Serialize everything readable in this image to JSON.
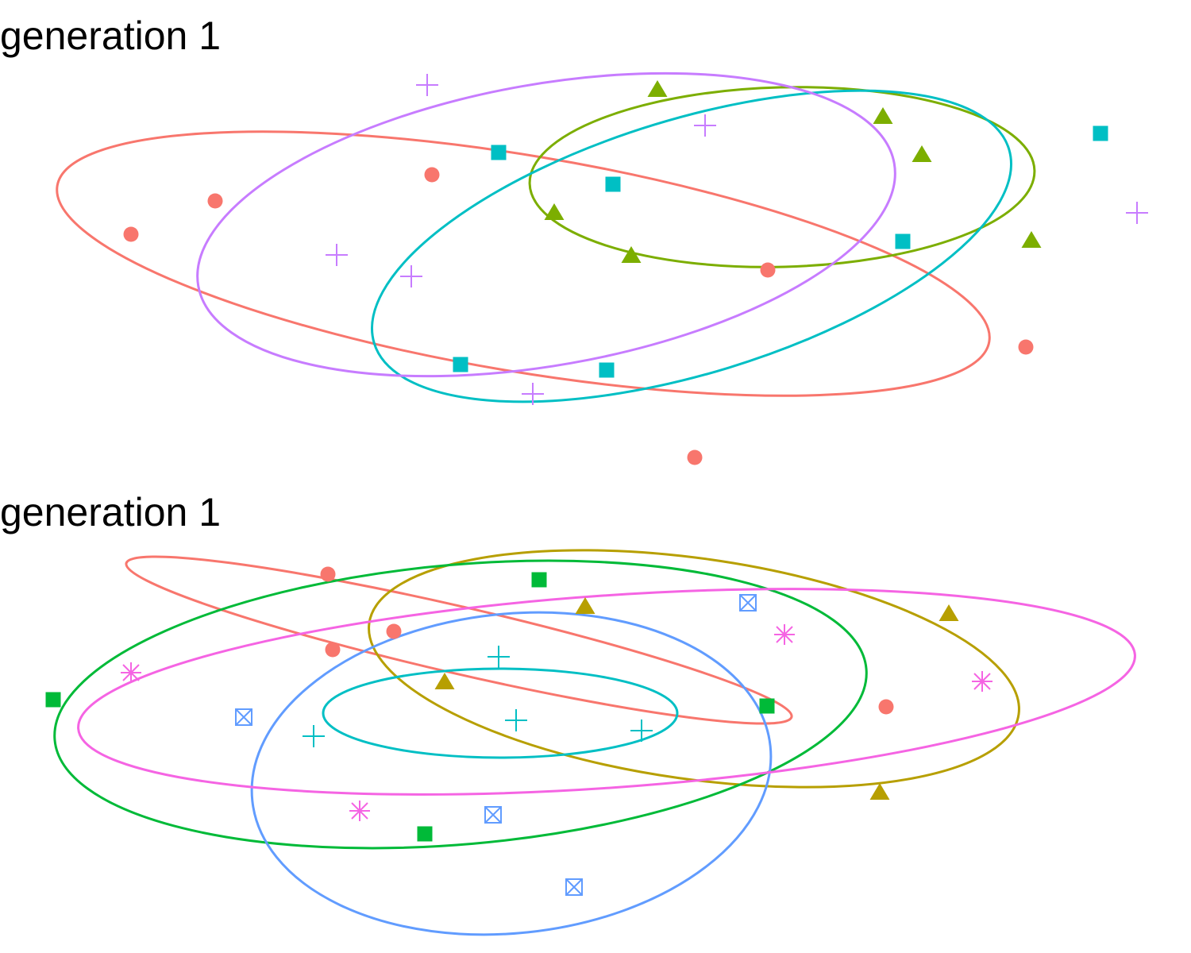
{
  "chart_data": [
    {
      "type": "scatter",
      "title": "generation 1",
      "xlabel": "",
      "ylabel": "",
      "axes_visible": false,
      "grid": false,
      "legend": false,
      "xlim": [
        0,
        1500
      ],
      "ylim": [
        0,
        600
      ],
      "series": [
        {
          "color": "#F8766D",
          "marker": "circle",
          "points": [
            [
              165,
              295
            ],
            [
              271,
              253
            ],
            [
              544,
              220
            ],
            [
              967,
              340
            ],
            [
              1292,
              437
            ],
            [
              875,
              576
            ]
          ],
          "ellipse": {
            "cx": 659,
            "cy": 332,
            "rx": 595,
            "ry": 136,
            "angle": 9.5
          }
        },
        {
          "color": "#7CAE00",
          "marker": "triangle",
          "points": [
            [
              828,
              112
            ],
            [
              1112,
              146
            ],
            [
              1161,
              194
            ],
            [
              698,
              267
            ],
            [
              795,
              321
            ],
            [
              1299,
              302
            ]
          ],
          "ellipse": {
            "cx": 985,
            "cy": 223,
            "rx": 318,
            "ry": 113,
            "angle": -1.5
          }
        },
        {
          "color": "#00BFC4",
          "marker": "square",
          "points": [
            [
              628,
              192
            ],
            [
              772,
              232
            ],
            [
              1386,
              168
            ],
            [
              1137,
              304
            ],
            [
              580,
              459
            ],
            [
              764,
              466
            ]
          ],
          "ellipse": {
            "cx": 871,
            "cy": 310,
            "rx": 418,
            "ry": 160,
            "angle": -17
          }
        },
        {
          "color": "#C77CFF",
          "marker": "plus",
          "points": [
            [
              538,
              107
            ],
            [
              888,
              158
            ],
            [
              1432,
              268
            ],
            [
              424,
              321
            ],
            [
              518,
              348
            ],
            [
              671,
              496
            ]
          ],
          "ellipse": {
            "cx": 688,
            "cy": 283,
            "rx": 445,
            "ry": 177,
            "angle": -10
          }
        }
      ]
    },
    {
      "type": "scatter",
      "title": "generation 1",
      "xlabel": "",
      "ylabel": "",
      "axes_visible": false,
      "grid": false,
      "legend": false,
      "xlim": [
        0,
        1500
      ],
      "ylim": [
        0,
        600
      ],
      "series": [
        {
          "color": "#F8766D",
          "marker": "circle",
          "points": [
            [
              413,
              123
            ],
            [
              496,
              195
            ],
            [
              419,
              218
            ],
            [
              1116,
              290
            ]
          ],
          "ellipse": {
            "cx": 578,
            "cy": 206,
            "rx": 430,
            "ry": 42,
            "angle": 13
          }
        },
        {
          "color": "#B79F00",
          "marker": "triangle",
          "points": [
            [
              737,
              163
            ],
            [
              1195,
              172
            ],
            [
              560,
              258
            ],
            [
              1108,
              397
            ]
          ],
          "ellipse": {
            "cx": 874,
            "cy": 242,
            "rx": 413,
            "ry": 139,
            "angle": 8
          }
        },
        {
          "color": "#00BA38",
          "marker": "square",
          "points": [
            [
              679,
              130
            ],
            [
              67,
              281
            ],
            [
              966,
              289
            ],
            [
              535,
              450
            ]
          ],
          "ellipse": {
            "cx": 580,
            "cy": 287,
            "rx": 513,
            "ry": 176,
            "angle": -5
          }
        },
        {
          "color": "#00BFC4",
          "marker": "plus",
          "points": [
            [
              628,
              227
            ],
            [
              650,
              307
            ],
            [
              395,
              327
            ],
            [
              808,
              320
            ]
          ],
          "ellipse": {
            "cx": 630,
            "cy": 298,
            "rx": 223,
            "ry": 56,
            "angle": 0
          }
        },
        {
          "color": "#619CFF",
          "marker": "boxcross",
          "points": [
            [
              942,
              159
            ],
            [
              307,
              303
            ],
            [
              621,
              426
            ],
            [
              723,
              517
            ]
          ],
          "ellipse": {
            "cx": 644,
            "cy": 374,
            "rx": 328,
            "ry": 201,
            "angle": -6
          }
        },
        {
          "color": "#F564E3",
          "marker": "asterisk",
          "points": [
            [
              165,
              247
            ],
            [
              988,
              199
            ],
            [
              1237,
              258
            ],
            [
              453,
              421
            ]
          ],
          "ellipse": {
            "cx": 764,
            "cy": 271,
            "rx": 667,
            "ry": 121,
            "angle": -4
          }
        }
      ]
    }
  ]
}
